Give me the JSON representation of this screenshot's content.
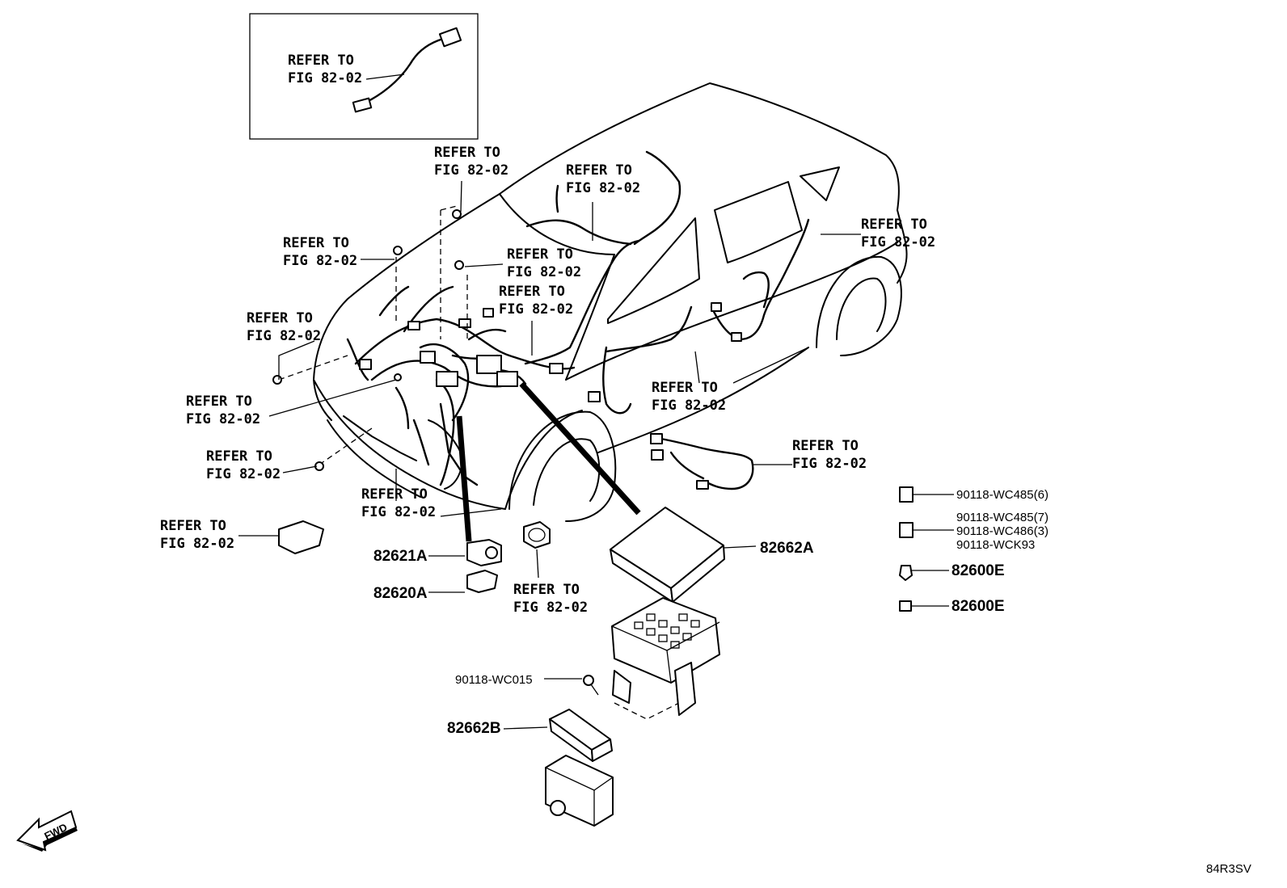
{
  "diagram": {
    "refer_to": "REFER TO",
    "fig_ref": "FIG 82-02",
    "parts": {
      "p82621A": "82621A",
      "p82620A": "82620A",
      "p82662A": "82662A",
      "p82662B": "82662B",
      "p90118_WC015": "90118-WC015",
      "p90118_WC485_6": "90118-WC485(6)",
      "p90118_WC485_7": "90118-WC485(7)",
      "p90118_WC486_3": "90118-WC486(3)",
      "p90118_WCK93": "90118-WCK93",
      "p82600E_a": "82600E",
      "p82600E_b": "82600E"
    },
    "fwd_label": "FWD",
    "image_code": "84R3SV"
  }
}
